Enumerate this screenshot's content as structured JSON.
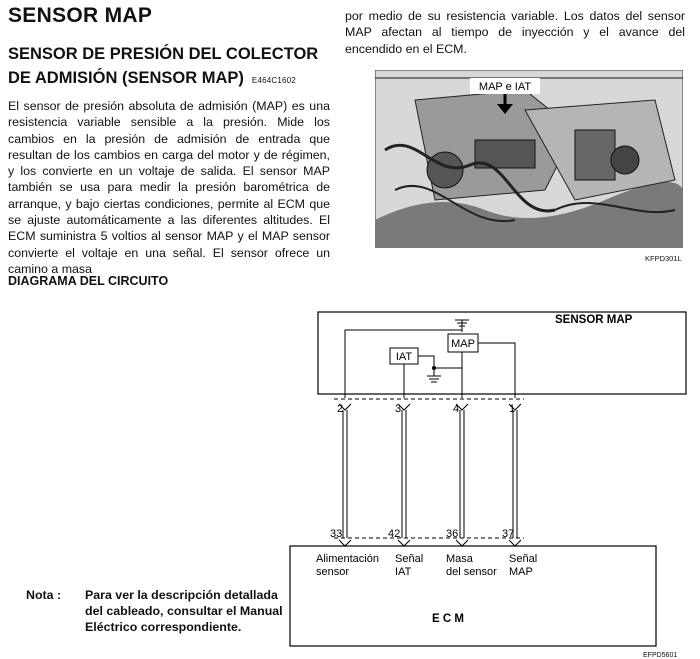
{
  "page": {
    "title": "SENSOR MAP",
    "section_title_line1": "SENSOR DE PRESIÓN DEL COLECTOR",
    "section_title_line2": "DE ADMISIÓN (SENSOR MAP)",
    "section_code": "E464C1602",
    "body_left": "El sensor de presión absoluta de admisión (MAP) es una resistencia variable sensible a la presión. Mide los cambios en la presión de admisión de entrada que resultan de los cambios en carga del motor y de régimen, y los convierte en un voltaje de salida. El sensor MAP también se usa para medir la presión barométrica de arranque, y bajo ciertas condiciones, permite al ECM que se ajuste automáticamente a las diferentes altitudes. El ECM suministra 5 voltios al sensor MAP y el MAP sensor convierte el voltaje en una señal. El sensor ofrece un camino a masa",
    "body_right": "por medio de su resistencia variable. Los datos del sensor MAP afectan al tiempo de inyección y el avance del encendido en el ECM.",
    "photo_label": "MAP e IAT",
    "photo_code": "KFPD301L",
    "diagram_heading": "DIAGRAMA DEL CIRCUITO",
    "footer_code": "EFPD5601"
  },
  "circuit": {
    "sensor_box_label": "SENSOR MAP",
    "component_iat": "IAT",
    "component_map": "MAP",
    "sensor_pins": [
      "2",
      "3",
      "4",
      "1"
    ],
    "ecm_pins": [
      "33",
      "42",
      "36",
      "37"
    ],
    "ecm_label": "E C M",
    "signals": [
      {
        "line1": "Alimentación",
        "line2": "sensor"
      },
      {
        "line1": "Señal",
        "line2": "IAT"
      },
      {
        "line1": "Masa",
        "line2": "del sensor"
      },
      {
        "line1": "Señal",
        "line2": "MAP"
      }
    ]
  },
  "note": {
    "label": "Nota :",
    "line1": "Para ver la descripción detallada",
    "line2": "del cableado, consultar el Manual",
    "line3": "Eléctrico correspondiente."
  }
}
